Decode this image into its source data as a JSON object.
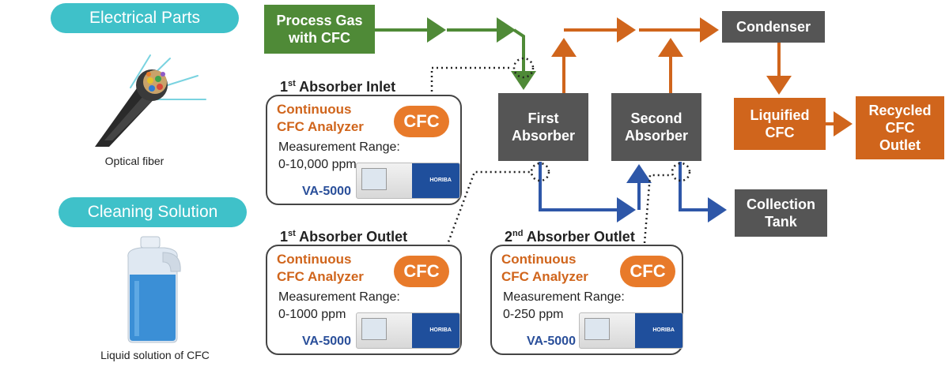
{
  "categories": {
    "electrical": "Electrical Parts",
    "cleaning": "Cleaning Solution"
  },
  "products": {
    "optical_fiber": "Optical fiber",
    "liquid_solution": "Liquid solution of CFC"
  },
  "process": {
    "gas": "Process Gas\nwith CFC",
    "first_absorber": "First\nAbsorber",
    "second_absorber": "Second\nAbsorber",
    "condenser": "Condenser",
    "liquified": "Liquified\nCFC",
    "recycled": "Recycled\nCFC\nOutlet",
    "collection": "Collection\nTank"
  },
  "analyzers": [
    {
      "location_prefix": "1",
      "location_sup": "st",
      "location_suffix": " Absorber Inlet",
      "name_line1": "Continuous",
      "name_line2": "CFC Analyzer",
      "badge": "CFC",
      "range_label": "Measurement Range:",
      "range_value": "0-10,000 ppm",
      "model": "VA-5000"
    },
    {
      "location_prefix": "1",
      "location_sup": "st",
      "location_suffix": "  Absorber Outlet",
      "name_line1": "Continuous",
      "name_line2": "CFC Analyzer",
      "badge": "CFC",
      "range_label": "Measurement Range:",
      "range_value": "0-1000 ppm",
      "model": "VA-5000"
    },
    {
      "location_prefix": "2",
      "location_sup": "nd",
      "location_suffix": " Absorber Outlet",
      "name_line1": "Continuous",
      "name_line2": "CFC Analyzer",
      "badge": "CFC",
      "range_label": "Measurement Range:",
      "range_value": "0-250 ppm",
      "model": "VA-5000"
    }
  ],
  "analyzer_logo": "HORIBA",
  "colors": {
    "green": "#4f8a37",
    "orange": "#d0651c",
    "blue": "#2e57a8",
    "grey": "#555555",
    "teal": "#3fc1c9"
  }
}
